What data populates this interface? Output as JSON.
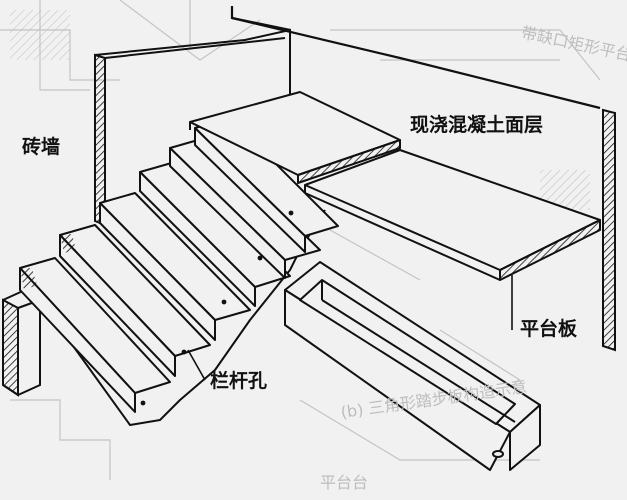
{
  "labels": {
    "brick_wall": "砖墙",
    "cast_topping": "现浇混凝土面层",
    "landing_slab": "平台板",
    "railing_hole": "栏杆孔"
  },
  "background_fragments": {
    "top_right": "带缺口矩形平台板",
    "bottom_center": "(b) 三角形踏步板构造示意",
    "bottom_small": "平台台"
  },
  "colors": {
    "ink": "#111111",
    "paper": "#f1f1f1",
    "ghost": "#bdbdbd"
  }
}
